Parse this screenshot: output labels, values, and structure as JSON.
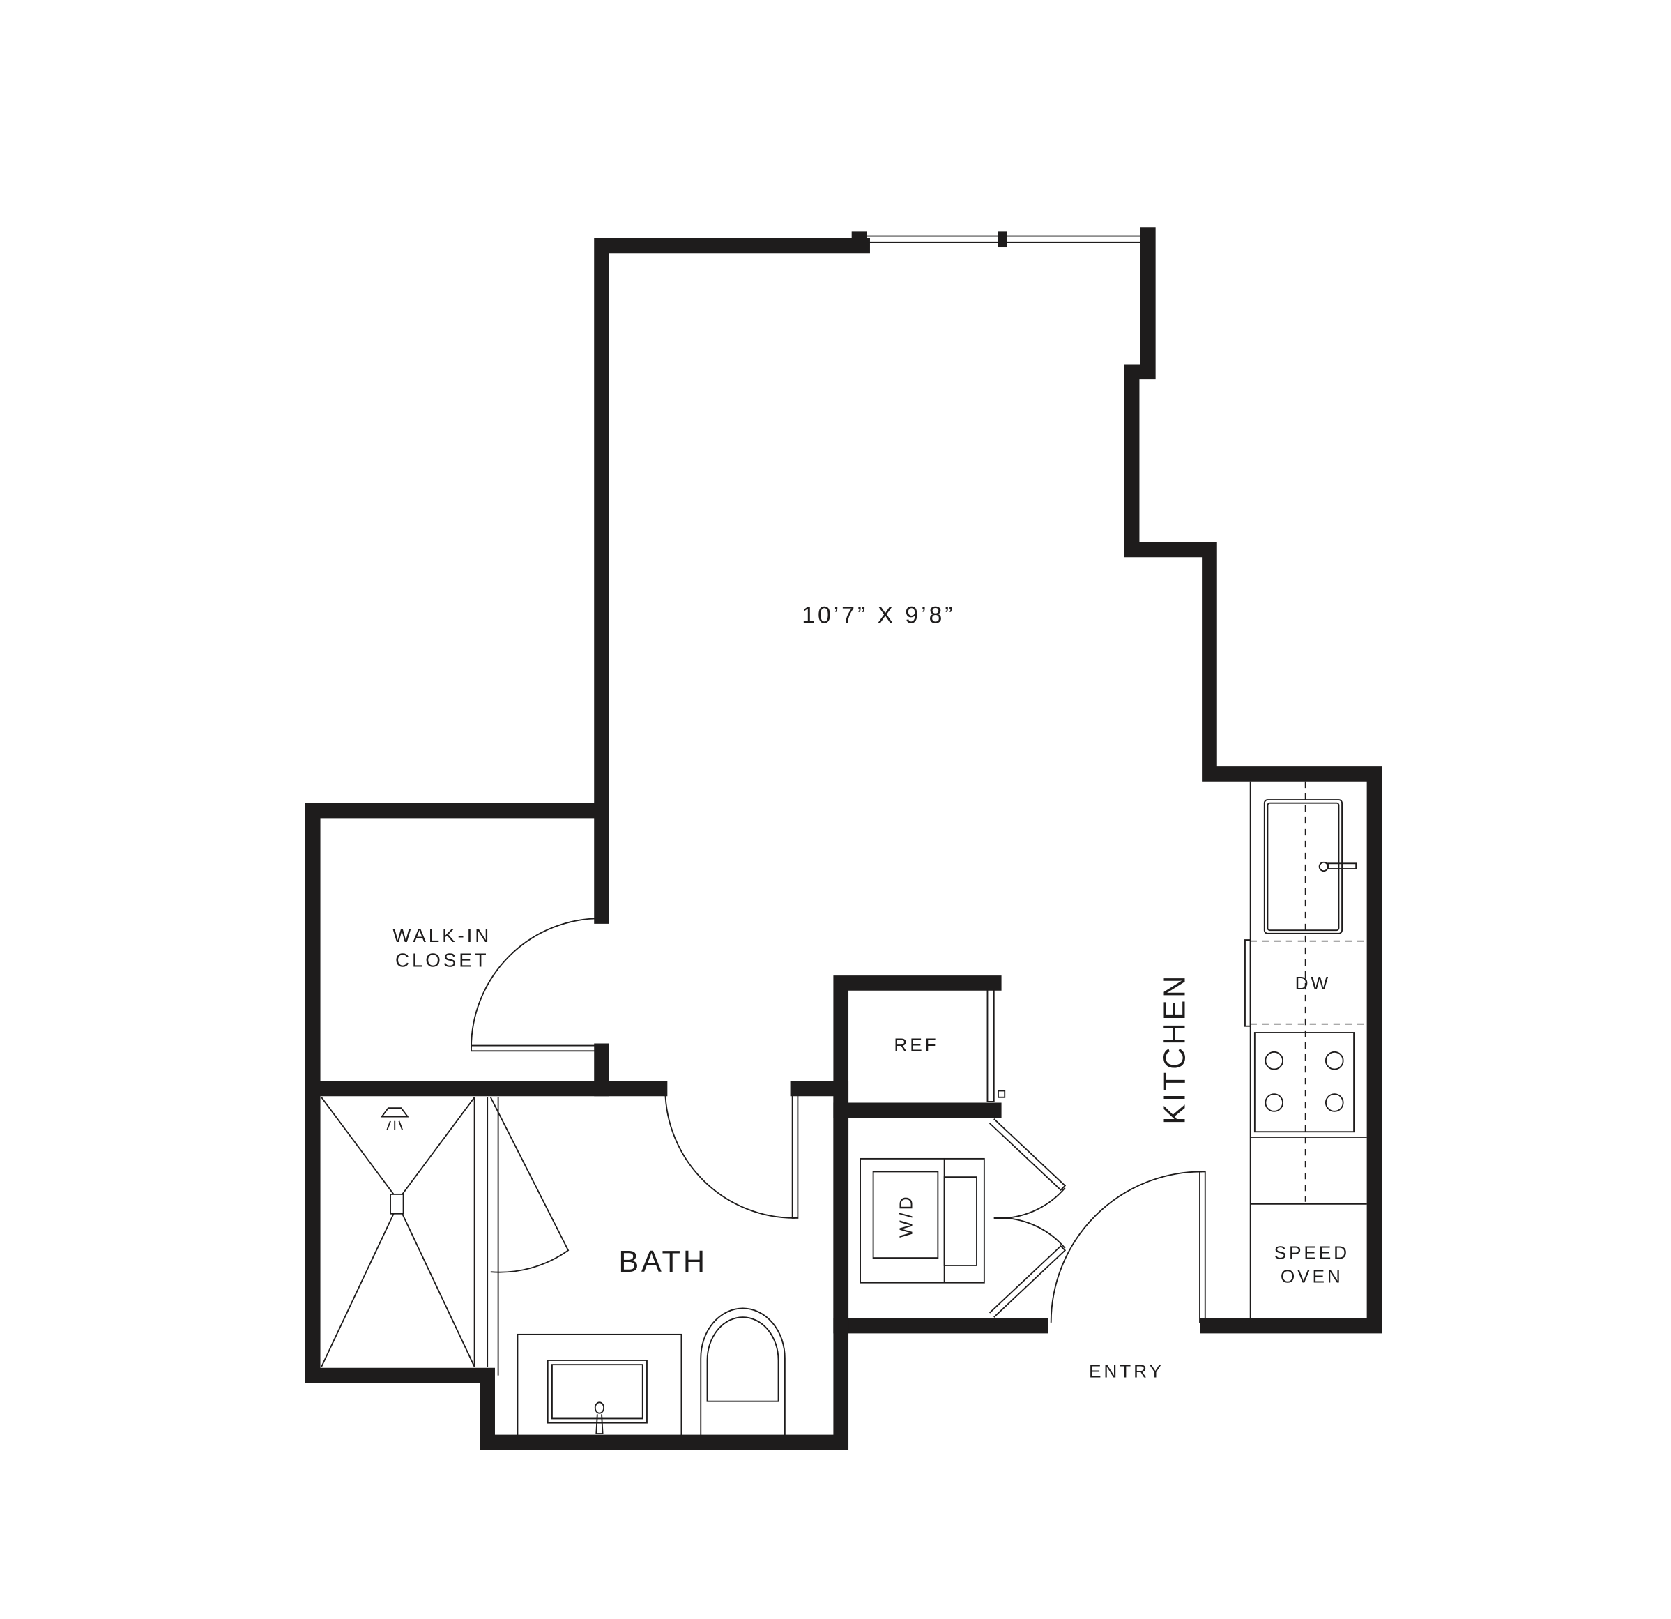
{
  "plan": {
    "main_room_dimensions": "10’7” X 9’8”",
    "rooms": {
      "closet_line1": "WALK-IN",
      "closet_line2": "CLOSET",
      "bath": "BATH",
      "kitchen": "KITCHEN",
      "entry": "ENTRY"
    },
    "appliances": {
      "ref": "REF",
      "wd": "W/D",
      "dw": "DW",
      "speed_oven_line1": "SPEED",
      "speed_oven_line2": "OVEN"
    },
    "colors": {
      "wall": "#1e1c1c",
      "background": "#ffffff"
    }
  }
}
